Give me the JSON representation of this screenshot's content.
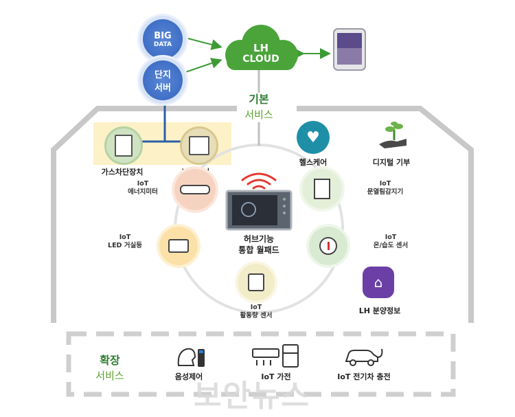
{
  "cloud": {
    "line1": "LH",
    "line2": "CLOUD"
  },
  "top_badges": {
    "big_data": {
      "line1": "BIG",
      "line2": "DATA"
    },
    "complex_server": {
      "line1": "단지",
      "line2": "서버"
    }
  },
  "basic_service": {
    "line1": "기본",
    "line2": "서비스"
  },
  "hub": {
    "label": "허브기능\n통합 월패드"
  },
  "devices": {
    "gas_valve": "가스차단장치",
    "heating": "난방제어",
    "energy_meter": "IoT\n에너지미터",
    "led_light": "IoT\nLED 거실등",
    "motion_sensor": "IoT\n활동량 센서",
    "door_sensor": "IoT\n문열림감지기",
    "temp_humidity": "IoT\n온/습도 센서",
    "healthcare": "헬스케어",
    "digital_donation": "디지털 기부",
    "lh_sale_info": "LH 분양정보"
  },
  "extended_service": {
    "line1": "확장",
    "line2": "서비스",
    "voice": "음성제어",
    "appliance": "IoT 가전",
    "ev_charging": "IoT 전기차 충전"
  },
  "watermark": "보안뉴스",
  "colors": {
    "green_dark": "#2f7d32",
    "green_light": "#5aa02c",
    "blue_badge": "#3f6fc6",
    "highlight": "#fdf1c7",
    "teal": "#1f8fa8",
    "purple": "#6b3fa6"
  }
}
